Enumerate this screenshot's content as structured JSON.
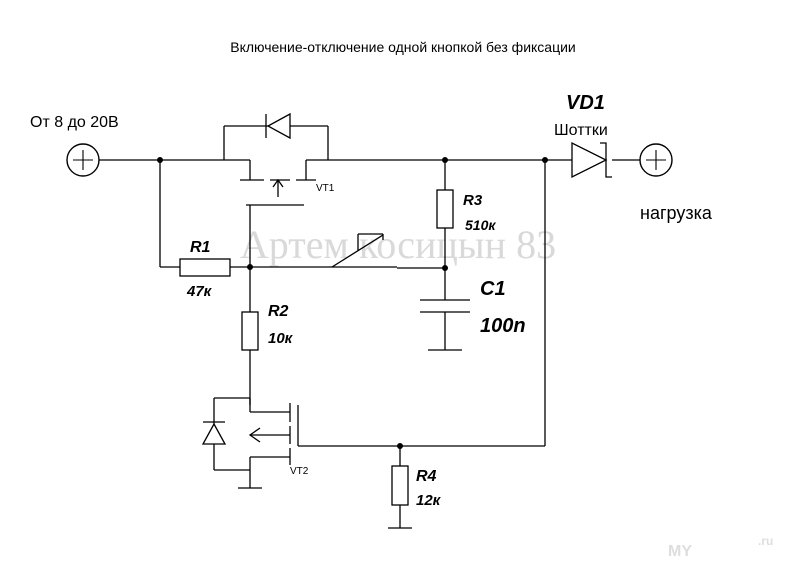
{
  "title": "Включение-отключение одной кнопкой без фиксации",
  "input_label": "От 8 до 20В",
  "output_label": "нагрузка",
  "watermark": "Артем косицын 83",
  "site_mark": "MY",
  "site_mark_suffix": ".ru",
  "components": {
    "r1": {
      "name": "R1",
      "value": "47к"
    },
    "r2": {
      "name": "R2",
      "value": "10к"
    },
    "r3": {
      "name": "R3",
      "value": "510к"
    },
    "r4": {
      "name": "R4",
      "value": "12к"
    },
    "c1": {
      "name": "C1",
      "value": "100n"
    },
    "vd1": {
      "name": "VD1",
      "type": "Шоттки"
    },
    "vt1": {
      "name": "VT1"
    },
    "vt2": {
      "name": "VT2"
    }
  },
  "terminals": {
    "plus_symbol": "+"
  }
}
